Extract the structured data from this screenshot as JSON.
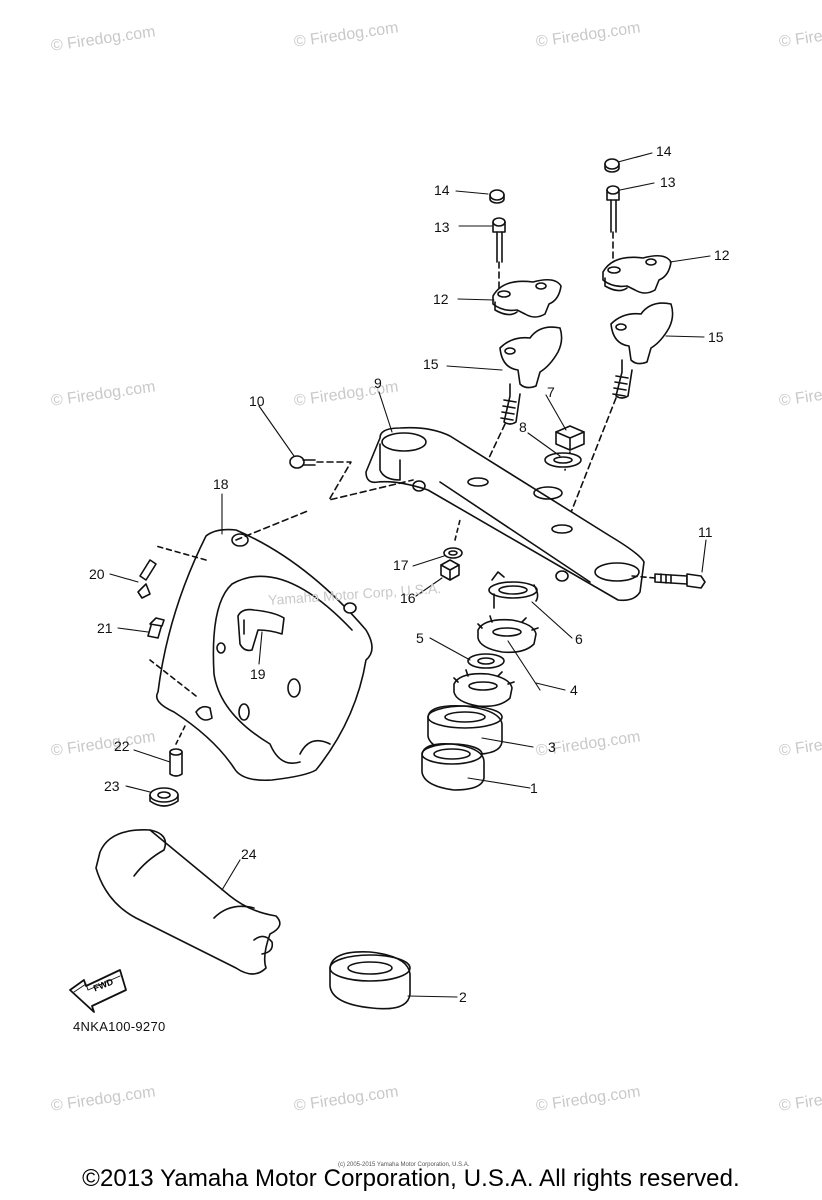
{
  "watermark": "© Firedog.com",
  "part_code": "4NKA100-9270",
  "fwd_label": "FWD",
  "faint_watermark": "Yamaha Motor Corp, U.S.A.",
  "fine_print": "(c) 2005-2015 Yamaha Motor Corporation, U.S.A.",
  "copyright": "©2013 Yamaha Motor Corporation, U.S.A. All rights reserved.",
  "callouts": {
    "c1": "1",
    "c2": "2",
    "c3": "3",
    "c4": "4",
    "c5": "5",
    "c6": "6",
    "c7": "7",
    "c8": "8",
    "c9": "9",
    "c10": "10",
    "c11": "11",
    "c12a": "12",
    "c12b": "12",
    "c13a": "13",
    "c13b": "13",
    "c14a": "14",
    "c14b": "14",
    "c15a": "15",
    "c15b": "15",
    "c16": "16",
    "c17": "17",
    "c18": "18",
    "c19": "19",
    "c20": "20",
    "c21": "21",
    "c22": "22",
    "c23": "23",
    "c24": "24"
  }
}
